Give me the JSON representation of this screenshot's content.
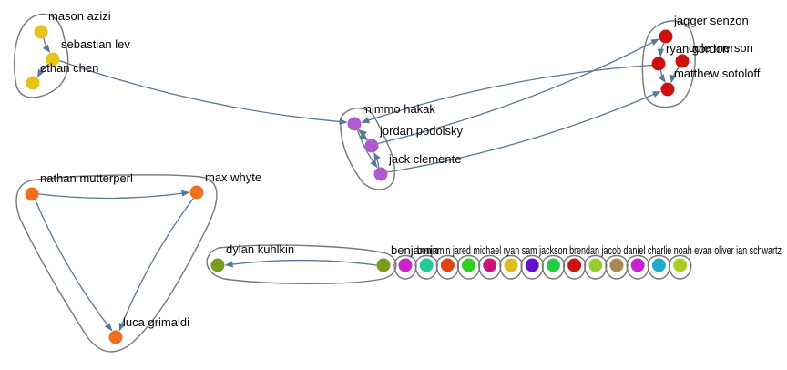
{
  "graph": {
    "edge_color": "#5a7796",
    "hull_color": "#777777",
    "clusters": [
      {
        "id": "c1",
        "nodes": [
          {
            "id": "mason",
            "label": "mason azizi",
            "color": "#e6c21a"
          },
          {
            "id": "sebastian",
            "label": "sebastian lev",
            "color": "#e6c21a"
          },
          {
            "id": "ethan",
            "label": "ethan chen",
            "color": "#e6c21a"
          }
        ]
      },
      {
        "id": "c2",
        "nodes": [
          {
            "id": "jagger",
            "label": "jagger senzon",
            "color": "#cc1111"
          },
          {
            "id": "ryan",
            "label": "ryan gordon",
            "color": "#cc1111"
          },
          {
            "id": "cole",
            "label": "cole merson",
            "color": "#cc1111"
          },
          {
            "id": "matthew",
            "label": "matthew sotoloff",
            "color": "#cc1111"
          }
        ]
      },
      {
        "id": "c3",
        "nodes": [
          {
            "id": "mimmo",
            "label": "mimmo hakak",
            "color": "#b05ad0"
          },
          {
            "id": "jordan",
            "label": "jordan podolsky",
            "color": "#b05ad0"
          },
          {
            "id": "jack",
            "label": "jack clemente",
            "color": "#b05ad0"
          }
        ]
      },
      {
        "id": "c4",
        "nodes": [
          {
            "id": "nathan",
            "label": "nathan mutterperl",
            "color": "#f07020"
          },
          {
            "id": "max",
            "label": "max whyte",
            "color": "#f07020"
          },
          {
            "id": "luca",
            "label": "luca grimaldi",
            "color": "#f07020"
          }
        ]
      },
      {
        "id": "c5",
        "nodes": [
          {
            "id": "dylan",
            "label": "dylan kuhlkin",
            "color": "#7a9a20"
          },
          {
            "id": "benj",
            "label": "benjamin",
            "color": "#7a9a20"
          }
        ]
      }
    ],
    "strip": {
      "overlap_label": "benjamin jared michael ryan sam jackson brendan jacob daniel charlie noah evan oliver ian schwartz",
      "colors": [
        "#cc22cc",
        "#22cc99",
        "#dd4411",
        "#33cc22",
        "#cc1177",
        "#ddbb22",
        "#6611cc",
        "#22cc44",
        "#cc1111",
        "#99cc33",
        "#aa8855",
        "#cc22cc",
        "#22aacc",
        "#aacc22"
      ]
    },
    "edges": [
      {
        "from": "mason",
        "to": "sebastian"
      },
      {
        "from": "sebastian",
        "to": "ethan"
      },
      {
        "from": "sebastian",
        "to": "mimmo"
      },
      {
        "from": "jordan",
        "to": "mimmo"
      },
      {
        "from": "mimmo",
        "to": "jordan"
      },
      {
        "from": "mimmo",
        "to": "jack"
      },
      {
        "from": "jack",
        "to": "jordan"
      },
      {
        "from": "jordan",
        "to": "jagger"
      },
      {
        "from": "jack",
        "to": "matthew"
      },
      {
        "from": "ryan",
        "to": "mimmo"
      },
      {
        "from": "jagger",
        "to": "ryan"
      },
      {
        "from": "ryan",
        "to": "matthew"
      },
      {
        "from": "cole",
        "to": "matthew"
      },
      {
        "from": "nathan",
        "to": "max"
      },
      {
        "from": "nathan",
        "to": "luca"
      },
      {
        "from": "max",
        "to": "luca"
      },
      {
        "from": "benj",
        "to": "dylan"
      }
    ]
  }
}
